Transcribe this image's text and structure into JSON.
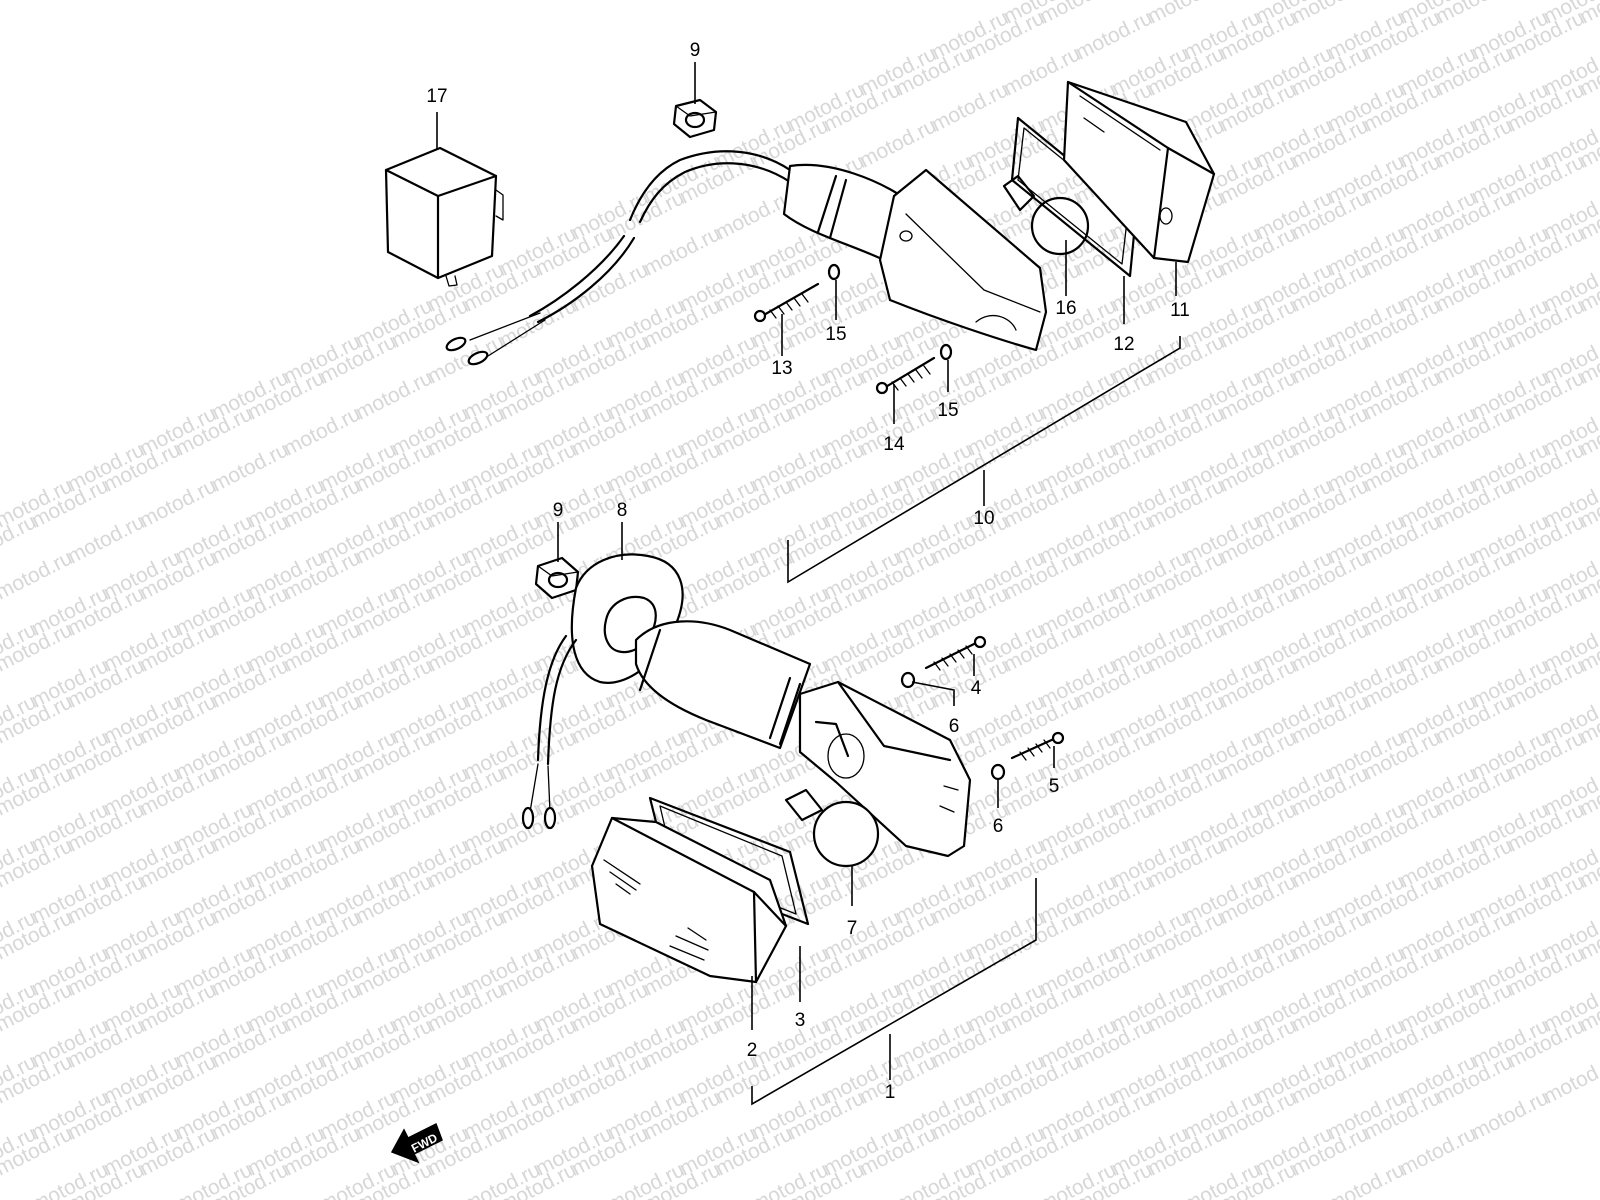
{
  "watermark": {
    "text": "motod.ru"
  },
  "labels": {
    "p1": "1",
    "p2": "2",
    "p3": "3",
    "p4": "4",
    "p5": "5",
    "p6a": "6",
    "p6b": "6",
    "p7": "7",
    "p8": "8",
    "p9a": "9",
    "p9b": "9",
    "p10": "10",
    "p11": "11",
    "p12": "12",
    "p13": "13",
    "p14": "14",
    "p15a": "15",
    "p15b": "15",
    "p16": "16",
    "p17": "17"
  },
  "fwd_badge": {
    "text": "FWD"
  }
}
